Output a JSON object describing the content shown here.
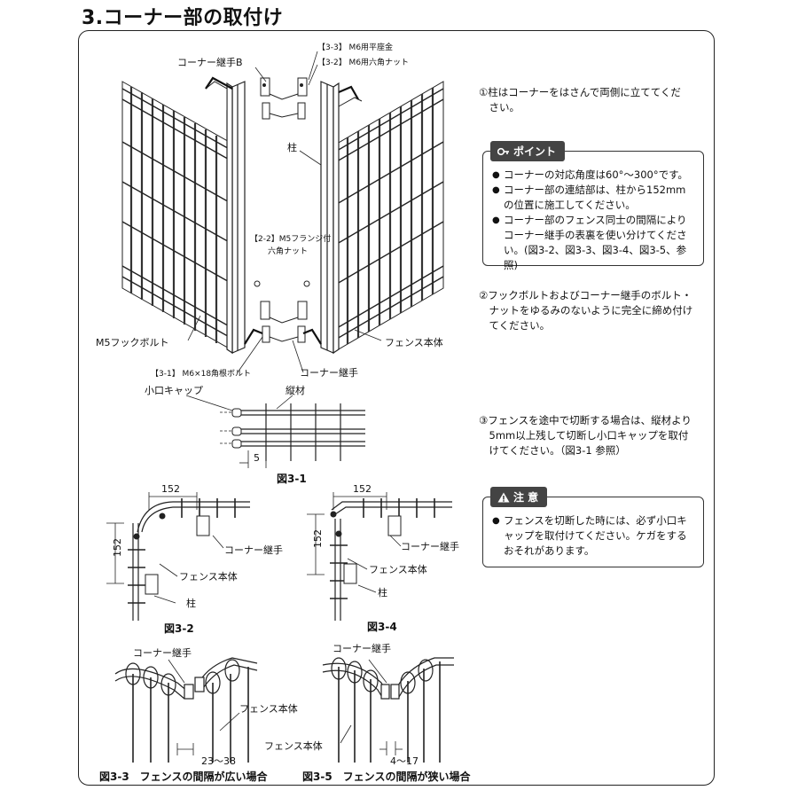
{
  "title": "3.コーナー部の取付け",
  "figure_main": {
    "labels": {
      "corner_joint_b": "コーナー継手B",
      "m6_washer": "【3-3】 M6用平座金",
      "m6_nut": "【3-2】 M6用六角ナット",
      "post": "柱",
      "m5_flange_nut_line1": "【2-2】M5フランジ付",
      "m5_flange_nut_line2": "六角ナット",
      "m5_hook_bolt": "M5フックボルト",
      "fence_body": "フェンス本体",
      "m6_bolt": "【3-1】 M6×18角根ボルト",
      "corner_joint": "コーナー継手"
    }
  },
  "figure_3_1": {
    "cap_label": "小口キャップ",
    "vertical_label": "縦材",
    "dimension": "5",
    "caption": "図3-1"
  },
  "figure_3_2": {
    "dimension_h": "152",
    "dimension_v": "152",
    "corner_joint": "コーナー継手",
    "fence_body": "フェンス本体",
    "post": "柱",
    "caption": "図3-2"
  },
  "figure_3_4": {
    "dimension_h": "152",
    "dimension_v": "152",
    "corner_joint": "コーナー継手",
    "fence_body": "フェンス本体",
    "post": "柱",
    "caption": "図3-4"
  },
  "figure_3_3": {
    "corner_joint": "コーナー継手",
    "fence_body": "フェンス本体",
    "gap": "23～38",
    "caption": "図3-3　フェンスの間隔が広い場合"
  },
  "figure_3_5": {
    "corner_joint": "コーナー継手",
    "fence_body": "フェンス本体",
    "gap": "4～17",
    "caption": "図3-5　フェンスの間隔が狭い場合"
  },
  "steps": {
    "step1_line1": "①柱はコーナーをはさんで両側に立ててくだ",
    "step1_line2": "　さい。",
    "step2_line1": "②フックボルトおよびコーナー継手のボルト・",
    "step2_line2": "　ナットをゆるみのないように完全に締め付け",
    "step2_line3": "　てください。",
    "step3_line1": "③フェンスを途中で切断する場合は、縦材より",
    "step3_line2": "　5mm以上残して切断し小口キャップを取付",
    "step3_line3": "　けてください。（図3-1 参照）"
  },
  "point_box": {
    "heading": "ポイント",
    "icon": "key-icon",
    "items": [
      "コーナーの対応角度は60°～300°です。",
      "コーナー部の連結部は、柱から152mmの位置に施工してください。",
      "コーナー部のフェンス同士の間隔によりコーナー継手の表裏を使い分けてください。(図3-2、図3-3、図3-4、図3-5、参照)"
    ]
  },
  "caution_box": {
    "heading": "注 意",
    "icon": "warning-triangle-icon",
    "items": [
      "フェンスを切断した時には、必ず小口キャップを取付けてください。ケガをするおそれがあります。"
    ]
  }
}
